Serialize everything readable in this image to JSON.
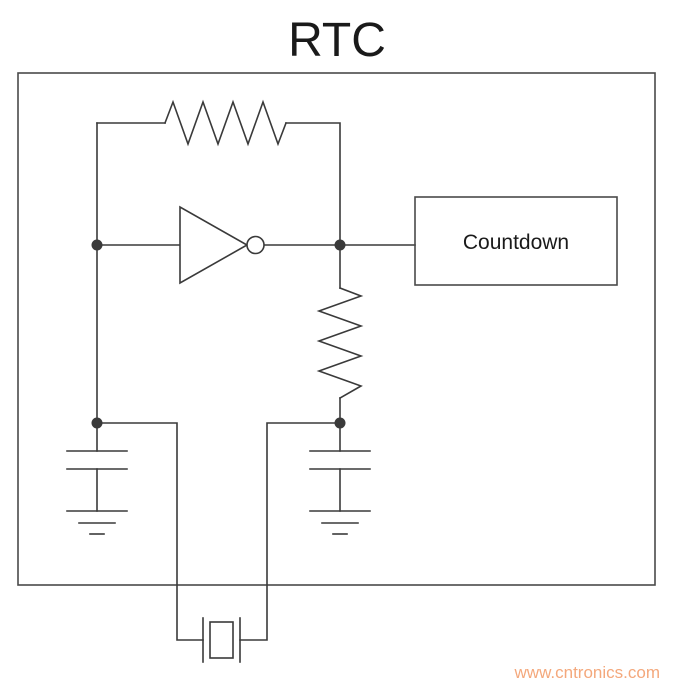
{
  "title": "RTC",
  "circuit": {
    "output_block_label": "Countdown",
    "symbols": [
      "feedback-resistor",
      "inverter-gate",
      "series-resistor",
      "capacitor-left",
      "capacitor-right",
      "ground-left",
      "ground-right",
      "crystal"
    ]
  },
  "watermark": {
    "text": "www.cntronics.com",
    "color": "#f4a87c"
  },
  "colors": {
    "line": "#3a3a3a",
    "border": "#4a4a4a",
    "background": "#ffffff",
    "text": "#1a1a1a"
  }
}
